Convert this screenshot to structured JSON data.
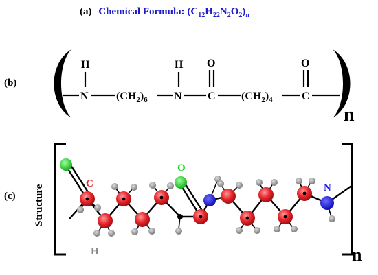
{
  "panel_a": {
    "label": "(a)",
    "formula_prefix": "Chemical Formula: ",
    "formula_open": "(C",
    "sub_c": "12",
    "h": "H",
    "sub_h": "22",
    "n": "N",
    "sub_n": "2",
    "o": "O",
    "sub_o": "2",
    "formula_close": ")",
    "sub_repeat": "n"
  },
  "panel_b": {
    "label": "(b)",
    "h_left": "H",
    "n_left": "N",
    "ch2_six_main": "(CH",
    "ch2_six_sub_2": "2",
    "ch2_six_close": ")",
    "ch2_six_sub_6": "6",
    "h_mid": "H",
    "n_mid": "N",
    "o_left": "O",
    "c_left": "C",
    "ch2_four_main": "(CH",
    "ch2_four_sub_2": "2",
    "ch2_four_close": ")",
    "ch2_four_sub_4": "4",
    "o_right": "O",
    "c_right": "C",
    "repeat": "n"
  },
  "panel_c": {
    "label": "(c)",
    "side_label": "Structure",
    "label_c": "C",
    "label_o": "O",
    "label_n": "N",
    "label_h": "H",
    "repeat": "n"
  },
  "colors": {
    "formula_blue": "#1c1cc8",
    "carbon_red": "#e8262c",
    "oxygen_green": "#22d12a",
    "nitrogen_blue": "#1a1ae6",
    "hydrogen_gray": "#8c8c8c",
    "bond_black": "#000000"
  }
}
